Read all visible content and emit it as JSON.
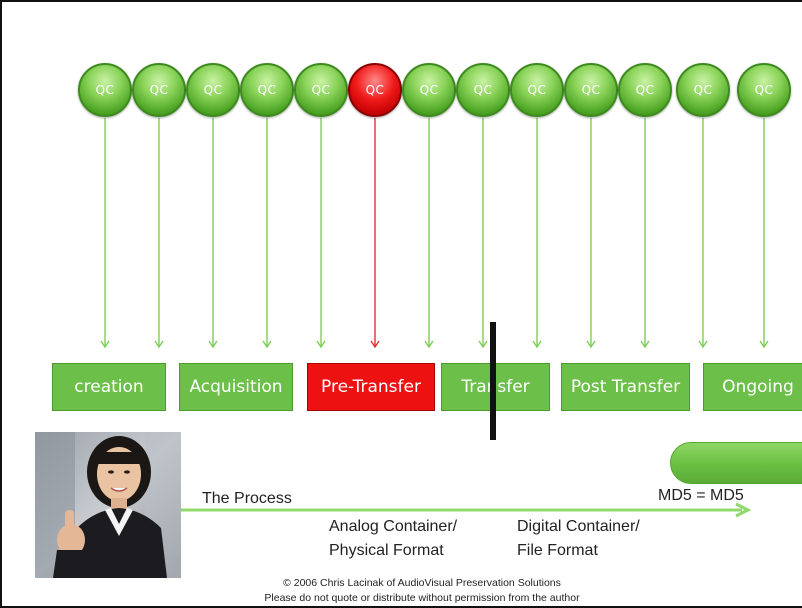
{
  "colors": {
    "node_green": "#6cc04a",
    "highlight_red": "#ee1111",
    "arrow_green": "#7dce55",
    "arrow_red": "#e03232"
  },
  "qc_nodes": [
    {
      "label": "QC",
      "status": "normal"
    },
    {
      "label": "QC",
      "status": "normal"
    },
    {
      "label": "QC",
      "status": "normal"
    },
    {
      "label": "QC",
      "status": "normal"
    },
    {
      "label": "QC",
      "status": "normal"
    },
    {
      "label": "QC",
      "status": "highlighted"
    },
    {
      "label": "QC",
      "status": "normal"
    },
    {
      "label": "QC",
      "status": "normal"
    },
    {
      "label": "QC",
      "status": "normal"
    },
    {
      "label": "QC",
      "status": "normal"
    },
    {
      "label": "QC",
      "status": "normal"
    },
    {
      "label": "QC",
      "status": "normal"
    },
    {
      "label": "QC",
      "status": "normal"
    }
  ],
  "stages": [
    {
      "label": "creation",
      "status": "normal"
    },
    {
      "label": "Acquisition",
      "status": "normal"
    },
    {
      "label": "Pre-Transfer",
      "status": "highlighted"
    },
    {
      "label": "Transfer",
      "status": "normal"
    },
    {
      "label": "Post Transfer",
      "status": "normal"
    },
    {
      "label": "Ongoing",
      "status": "normal"
    }
  ],
  "process_label": "The Process",
  "analog_label": {
    "line1": "Analog Container/",
    "line2": "Physical Format"
  },
  "digital_label": {
    "line1": "Digital Container/",
    "line2": "File Format"
  },
  "md5_label": "MD5 = MD5",
  "footer": {
    "line1": "© 2006 Chris Lacinak of AudioVisual Preservation Solutions",
    "line2": "Please do not quote or distribute without permission from the author"
  }
}
